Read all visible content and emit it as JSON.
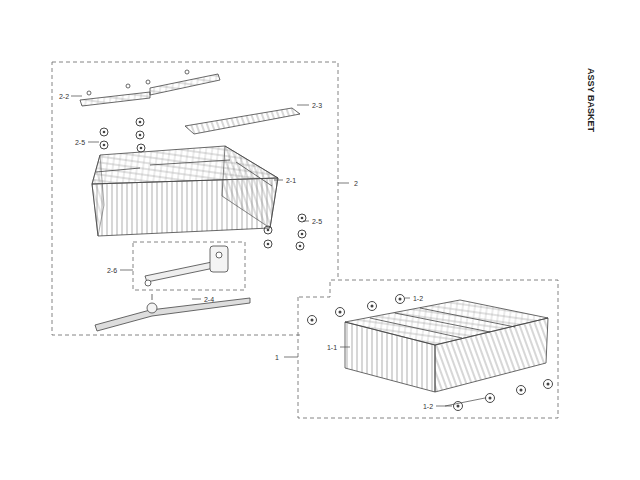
{
  "diagram": {
    "title": "ASSY BASKET",
    "labels": [
      "2-2",
      "2-3",
      "2-5",
      "2-1",
      "2",
      "2-5",
      "2-6",
      "2-4",
      "1-2",
      "1",
      "1-1",
      "1-2"
    ]
  }
}
